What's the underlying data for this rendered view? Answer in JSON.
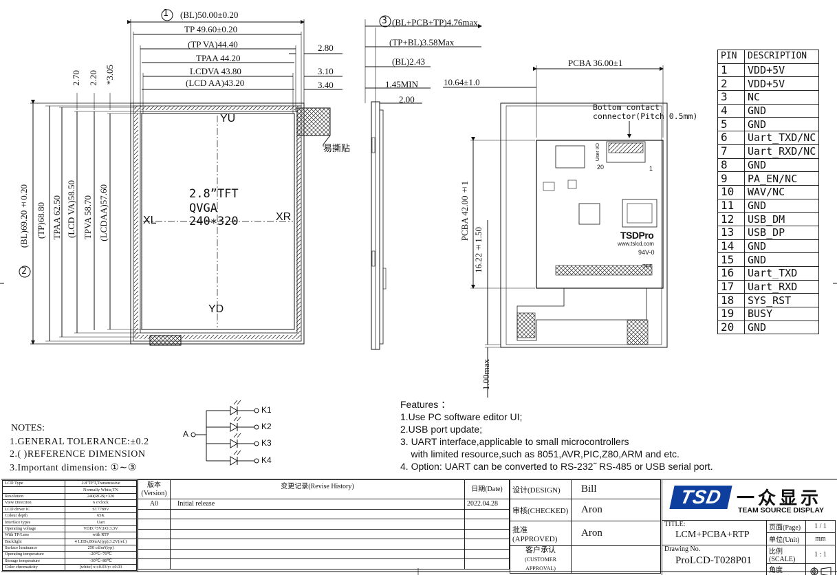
{
  "front_view": {
    "bl_width": "(BL)50.00±0.20",
    "bl_width_marker": "1",
    "tp_width": "TP 49.60±0.20",
    "tp_va_width": "(TP VA)44.40",
    "tpaa_width": "TPAA 44.20",
    "lcdva_width": "LCDVA 43.80",
    "lcd_aa_width": "(LCD AA)43.20",
    "right_dims": [
      "2.80",
      "3.10",
      "3.40"
    ],
    "top_dims": [
      "2.70",
      "2.20",
      "*3.05"
    ],
    "bl_height": "(BL)69.20±0.20",
    "bl_height_marker": "2",
    "tp_height": "(TP)68.80",
    "tpaa_height": "TPAA 62.50",
    "lcd_va_height": "(LCD VA)58.50",
    "tpva_height": "TPVA 58.70",
    "lcdaa_height": "(LCDAA)57.60",
    "label_yu": "YU",
    "label_yd": "YD",
    "label_xl": "XL",
    "label_xr": "XR",
    "center_text": [
      "2.8”TFT",
      "QVGA",
      "240∗320"
    ],
    "peel_label": "易撕贴"
  },
  "side_view": {
    "total_thickness": "(BL+PCB+TP)4.76max",
    "total_thickness_marker": "3",
    "tp_bl_thickness": "(TP+BL)3.58Max",
    "bl_thickness": "(BL)2.43",
    "min_gap": "1.45MIN",
    "dim_2": "2.00"
  },
  "back_view": {
    "pcba_width": "PCBA 36.00±1",
    "offset": "10.64±1.0",
    "connector_note": [
      "Bottom contact",
      "connector(Pitch 0.5mm)"
    ],
    "pcba_height": "PCBA 42.00±1",
    "bottom_offset": "16.22±1.50",
    "max_thickness": "1.00max",
    "brand_mark": "TSDPro",
    "website": "www.tslcd.com",
    "rating": "94V-0",
    "pin_20": "20",
    "pin_1": "1",
    "label_tft": "TFT",
    "label_ui": "User I/O"
  },
  "pin_table": {
    "headers": [
      "PIN",
      "DESCRIPTION"
    ],
    "rows": [
      [
        "1",
        "VDD+5V"
      ],
      [
        "2",
        "VDD+5V"
      ],
      [
        "3",
        "NC"
      ],
      [
        "4",
        "GND"
      ],
      [
        "5",
        "GND"
      ],
      [
        "6",
        "Uart_TXD/NC"
      ],
      [
        "7",
        "Uart_RXD/NC"
      ],
      [
        "8",
        "GND"
      ],
      [
        "9",
        "PA_EN/NC"
      ],
      [
        "10",
        "WAV/NC"
      ],
      [
        "11",
        "GND"
      ],
      [
        "12",
        "USB_DM"
      ],
      [
        "13",
        "USB_DP"
      ],
      [
        "14",
        "GND"
      ],
      [
        "15",
        "GND"
      ],
      [
        "16",
        "Uart_TXD"
      ],
      [
        "17",
        "Uart_RXD"
      ],
      [
        "18",
        "SYS_RST"
      ],
      [
        "19",
        "BUSY"
      ],
      [
        "20",
        "GND"
      ]
    ]
  },
  "led_circuit": {
    "anode": "A",
    "cathodes": [
      "K1",
      "K2",
      "K3",
      "K4"
    ]
  },
  "notes": {
    "title": "NOTES:",
    "items": [
      "1.GENERAL TOLERANCE:±0.2",
      "2.(  )REFERENCE DIMENSION",
      "3.Important dimension: ①∼③"
    ]
  },
  "features": {
    "title": "Features ：",
    "items": [
      "1.Use PC software editor UI;",
      "2.USB port update;",
      "3. UART  interface,applicable to small microcontrollers",
      "    with limited resource,such as 8051,AVR,PIC,Z80,ARM and etc.",
      "4. Option: UART can be converted to RS-232˝  RS-485 or USB serial port."
    ]
  },
  "spec_table": [
    [
      "LCD Type",
      "2.8\"TFT,Transmissive"
    ],
    [
      "",
      "Normally White,TN"
    ],
    [
      "Resolution",
      "240(RGB)×320"
    ],
    [
      "View Direction",
      "6 o'clock"
    ],
    [
      "LCD driver IC",
      "ST7789V"
    ],
    [
      "Colour depth",
      "65K"
    ],
    [
      "Interface types",
      "Uart"
    ],
    [
      "Operating voltage",
      "VDD:+5V;I/O:3.3V"
    ],
    [
      "With TP/Lens",
      "with RTP"
    ],
    [
      "Backlight",
      "4 LEDs,80mA(typ),3.2V(ref.)"
    ],
    [
      "Surface luminance",
      "250 cd/m²(typ)"
    ],
    [
      "Operating temperature",
      "-20℃~70℃"
    ],
    [
      "Storage temperature",
      "-30℃~80℃"
    ],
    [
      "Color chromaticity",
      "[white] x:±0.03/y:   ±0.03"
    ]
  ],
  "revision": {
    "h_version": "版本",
    "h_version_en": "(Version)",
    "h_history": "变更记录(Revise History)",
    "h_date": "日期(Date)",
    "rows": [
      [
        "A0",
        "Initial release",
        "2022.04.28"
      ]
    ]
  },
  "signoff": {
    "design_label": "设计(DESIGN)",
    "design_name": "Bill",
    "checked_label": "审核(CHECKED)",
    "checked_name": "Aron",
    "approved_label": "批准(APPROVED)",
    "approved_name": "Aron",
    "customer_label": "客户承认",
    "customer_label_en": "(CUSTOMER APPROVAL)"
  },
  "title_block": {
    "logo_mark": "TSD",
    "company_cn": "一众显示",
    "company_en": "TEAM SOURCE DISPLAY",
    "title_label": "TITLE:",
    "title_value": "LCM+PCBA+RTP",
    "drawing_label": "Drawing No.",
    "drawing_value": "ProLCD-T028P01",
    "page_label": "页面(Page)",
    "page_value": "1 / 1",
    "unit_label": "单位(Unit)",
    "unit_value": "mm",
    "scale_label": "比例(SCALE)",
    "scale_value": "1 : 1",
    "angle_label": "角度(Angle)"
  }
}
